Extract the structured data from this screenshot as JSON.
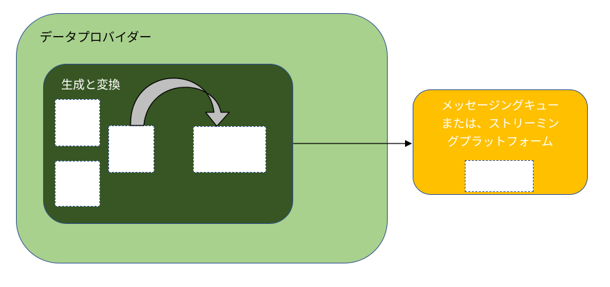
{
  "provider": {
    "label": "データプロバイダー"
  },
  "generation": {
    "label": "生成と変換"
  },
  "queue": {
    "label_lines": [
      "メッセージングキュー",
      "または、ストリーミン",
      "グプラットフォーム"
    ]
  },
  "colors": {
    "provider_fill": "#a9d18e",
    "generation_fill": "#375623",
    "queue_fill": "#ffc000",
    "outline": "#2f528f",
    "arrow_gray": "#bfbfbf"
  }
}
